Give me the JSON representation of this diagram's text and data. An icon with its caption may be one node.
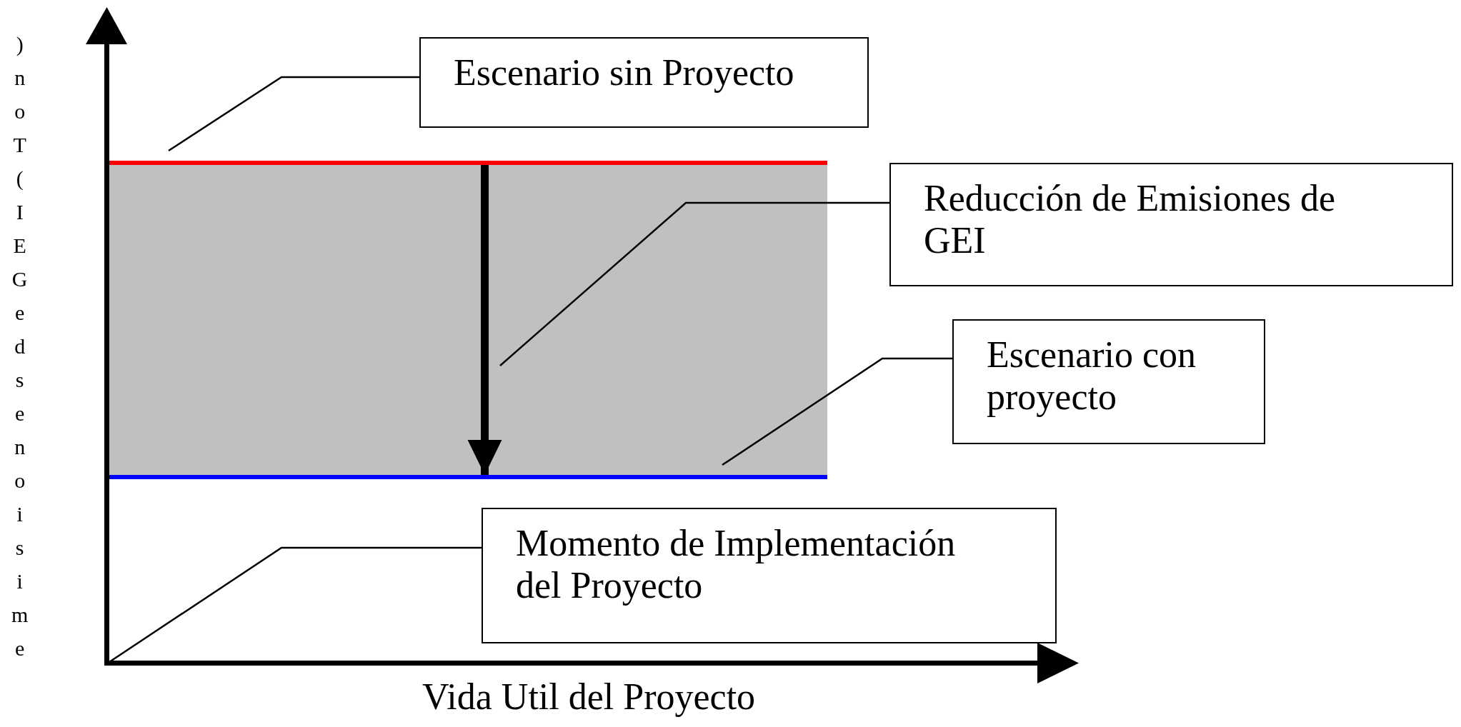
{
  "diagram": {
    "nodes": [
      {
        "text": [
          "Escenario sin Proyecto"
        ]
      },
      {
        "text": [],
        "shape": "bar"
      },
      {
        "text": [
          "Reducción de Emisiones de GEI"
        ]
      },
      {
        "text": [
          "Escenario con proyecto"
        ]
      },
      {
        "text": [],
        "shape": "bar"
      },
      {
        "text": [
          "Momento de Implementación del Proyecto"
        ]
      },
      {
        "text": [],
        "shape": "bar"
      }
    ],
    "edges": [
      {
        "from": 0,
        "to": 1,
        "arrow": "none"
      },
      {
        "from": 2,
        "to": null,
        "arrow": "none"
      },
      {
        "from": 3,
        "to": 4,
        "arrow": "none"
      },
      {
        "from": 5,
        "to": 6,
        "arrow": "none"
      },
      {
        "from": 1,
        "to": 4,
        "arrow": "to",
        "style": "thick"
      }
    ],
    "labels": [
      "Vida Util del Proyecto",
      ")noT(IEGedsenoisime"
    ]
  }
}
